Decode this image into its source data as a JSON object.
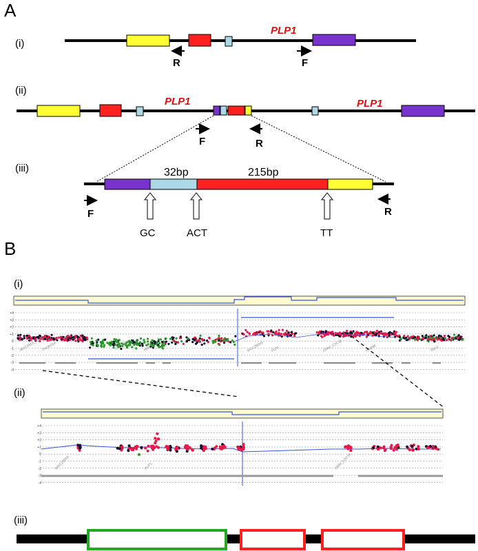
{
  "panelA": {
    "label": "A",
    "sub_i": "(i)",
    "sub_ii": "(ii)",
    "sub_iii": "(iii)",
    "gene": "PLP1",
    "primer_f": "F",
    "primer_r": "R",
    "len_32": "32bp",
    "len_215": "215bp",
    "bp_gc": "GC",
    "bp_act": "ACT",
    "bp_tt": "TT"
  },
  "panelB": {
    "label": "B",
    "sub_i": "(i)",
    "sub_ii": "(ii)",
    "sub_iii": "(iii)",
    "yticks_i": [
      "+4",
      "+3",
      "+2",
      "+1",
      "0",
      "-1",
      "-2",
      "-3",
      "-4"
    ],
    "yticks_ii": [
      "+4",
      "+3",
      "+2",
      "+1",
      "0",
      "-1",
      "-2",
      "-3",
      "-4"
    ]
  },
  "colors": {
    "yellow": "#ffff33",
    "red": "#ff2020",
    "lightblue": "#add8e6",
    "purple": "#7733cc",
    "green": "#22aa22",
    "plotline": "#3355dd",
    "dot_red": "#e8194a",
    "dot_green": "#2a9a2a",
    "dot_black": "#101030"
  }
}
